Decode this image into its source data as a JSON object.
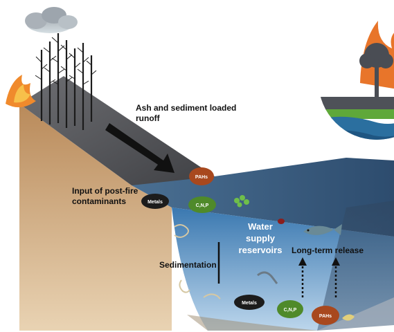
{
  "labels": {
    "runoff_line1": "Ash and sediment loaded",
    "runoff_line2": "runoff",
    "input_line1": "Input of post-fire",
    "input_line2": "contaminants",
    "water_line1": "Water",
    "water_line2": "supply",
    "water_line3": "reservoirs",
    "sedimentation": "Sedimentation",
    "long_term_release": "Long-term release"
  },
  "badges": {
    "pahs_top": "PAHs",
    "metals_top": "Metals",
    "cnp_top": "C,N,P",
    "metals_bottom": "Metals",
    "cnp_bottom": "C,N,P",
    "pahs_bottom": "PAHs"
  },
  "icons": [
    "cloud-icon",
    "burnt-trees-icon",
    "flames-icon",
    "runoff-arrow-icon",
    "fish-icon",
    "algae-icon",
    "wildfire-watershed-logo"
  ],
  "colors": {
    "soil": "#c79a68",
    "slope": "#56575b",
    "water": "#2f6fa6",
    "pahs": "#a8481e",
    "metals": "#1c1c1c",
    "cnp": "#4f8a2a",
    "fire": "#e8752a"
  }
}
